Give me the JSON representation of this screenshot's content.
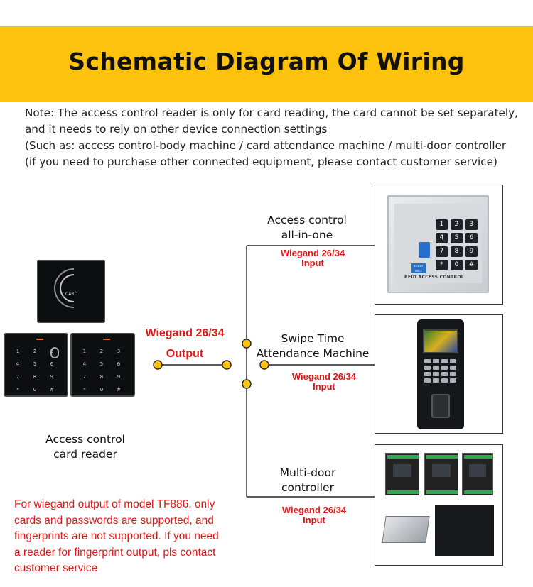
{
  "title": "Schematic Diagram Of Wiring",
  "note_lines": [
    "Note: The access control reader is only for card reading, the card cannot be set separately,",
    "and it needs to rely on other device connection settings",
    "(Such as: access control-body machine / card attendance machine / multi-door controller",
    "(if you need to purchase other connected equipment, please contact customer service)"
  ],
  "output": {
    "line1": "Wiegand 26/34",
    "line2": "Output"
  },
  "source": {
    "line1": "Access control",
    "line2": "card reader"
  },
  "targets": [
    {
      "line1": "Access control",
      "line2": "all-in-one",
      "wiegand1": "Wiegand 26/34",
      "wiegand2": "Input"
    },
    {
      "line1": "Swipe Time",
      "line2": "Attendance Machine",
      "wiegand1": "Wiegand 26/34",
      "wiegand2": "Input"
    },
    {
      "line1": "Multi-door",
      "line2": "controller",
      "wiegand1": "Wiegand 26/34",
      "wiegand2": "Input"
    }
  ],
  "warning_lines": [
    "For wiegand output of model TF886, only",
    "cards and passwords are supported, and",
    "fingerprints are not supported. If you need",
    "a reader for fingerprint output, pls contact",
    "customer service"
  ],
  "device_text": {
    "card_reader_label": "CARD",
    "keypad_keys": [
      "1",
      "2",
      "3",
      "4",
      "5",
      "6",
      "7",
      "8",
      "9",
      "*",
      "0",
      "#"
    ],
    "rfid_brand": "RFID ACCESS CONTROL",
    "door_bell": "DOOR BELL"
  },
  "colors": {
    "banner": "#fcc20e",
    "wiegand_red": "#e01818",
    "node_fill": "#fcc20e",
    "wire": "#222222"
  }
}
